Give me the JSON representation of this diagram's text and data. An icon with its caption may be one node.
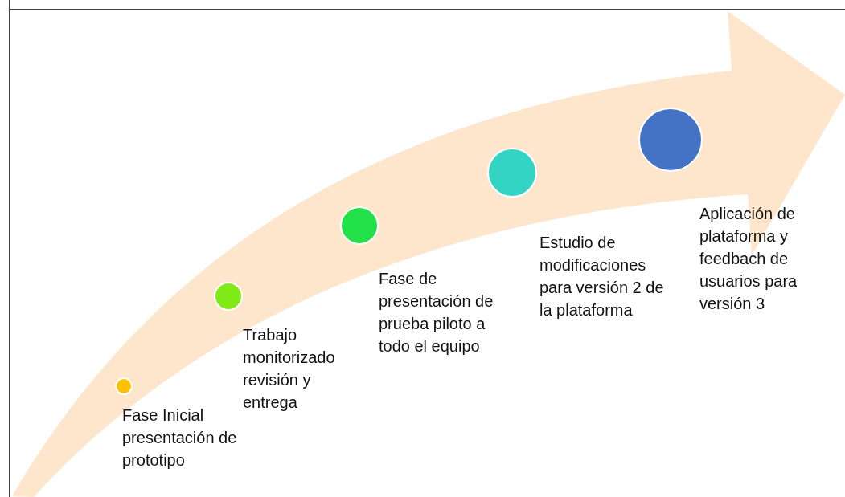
{
  "diagram": {
    "nodes": [
      {
        "text": [],
        "shape": "circle",
        "beside": [
          "Fase Inicial presentación de prototipo"
        ]
      },
      {
        "text": [],
        "shape": "circle",
        "beside": [
          "Trabajo monitorizado revisión y entrega"
        ]
      },
      {
        "text": [],
        "shape": "circle",
        "beside": [
          "Fase de presentación de prueba piloto a todo el equipo"
        ]
      },
      {
        "text": [],
        "shape": "circle",
        "beside": [
          "Estudio de modificaciones para versión 2 de la plataforma"
        ]
      },
      {
        "text": [],
        "shape": "circle",
        "beside": [
          "Aplicación de plataforma y feedbach de usuarios para versión 3"
        ]
      }
    ],
    "edges": []
  }
}
